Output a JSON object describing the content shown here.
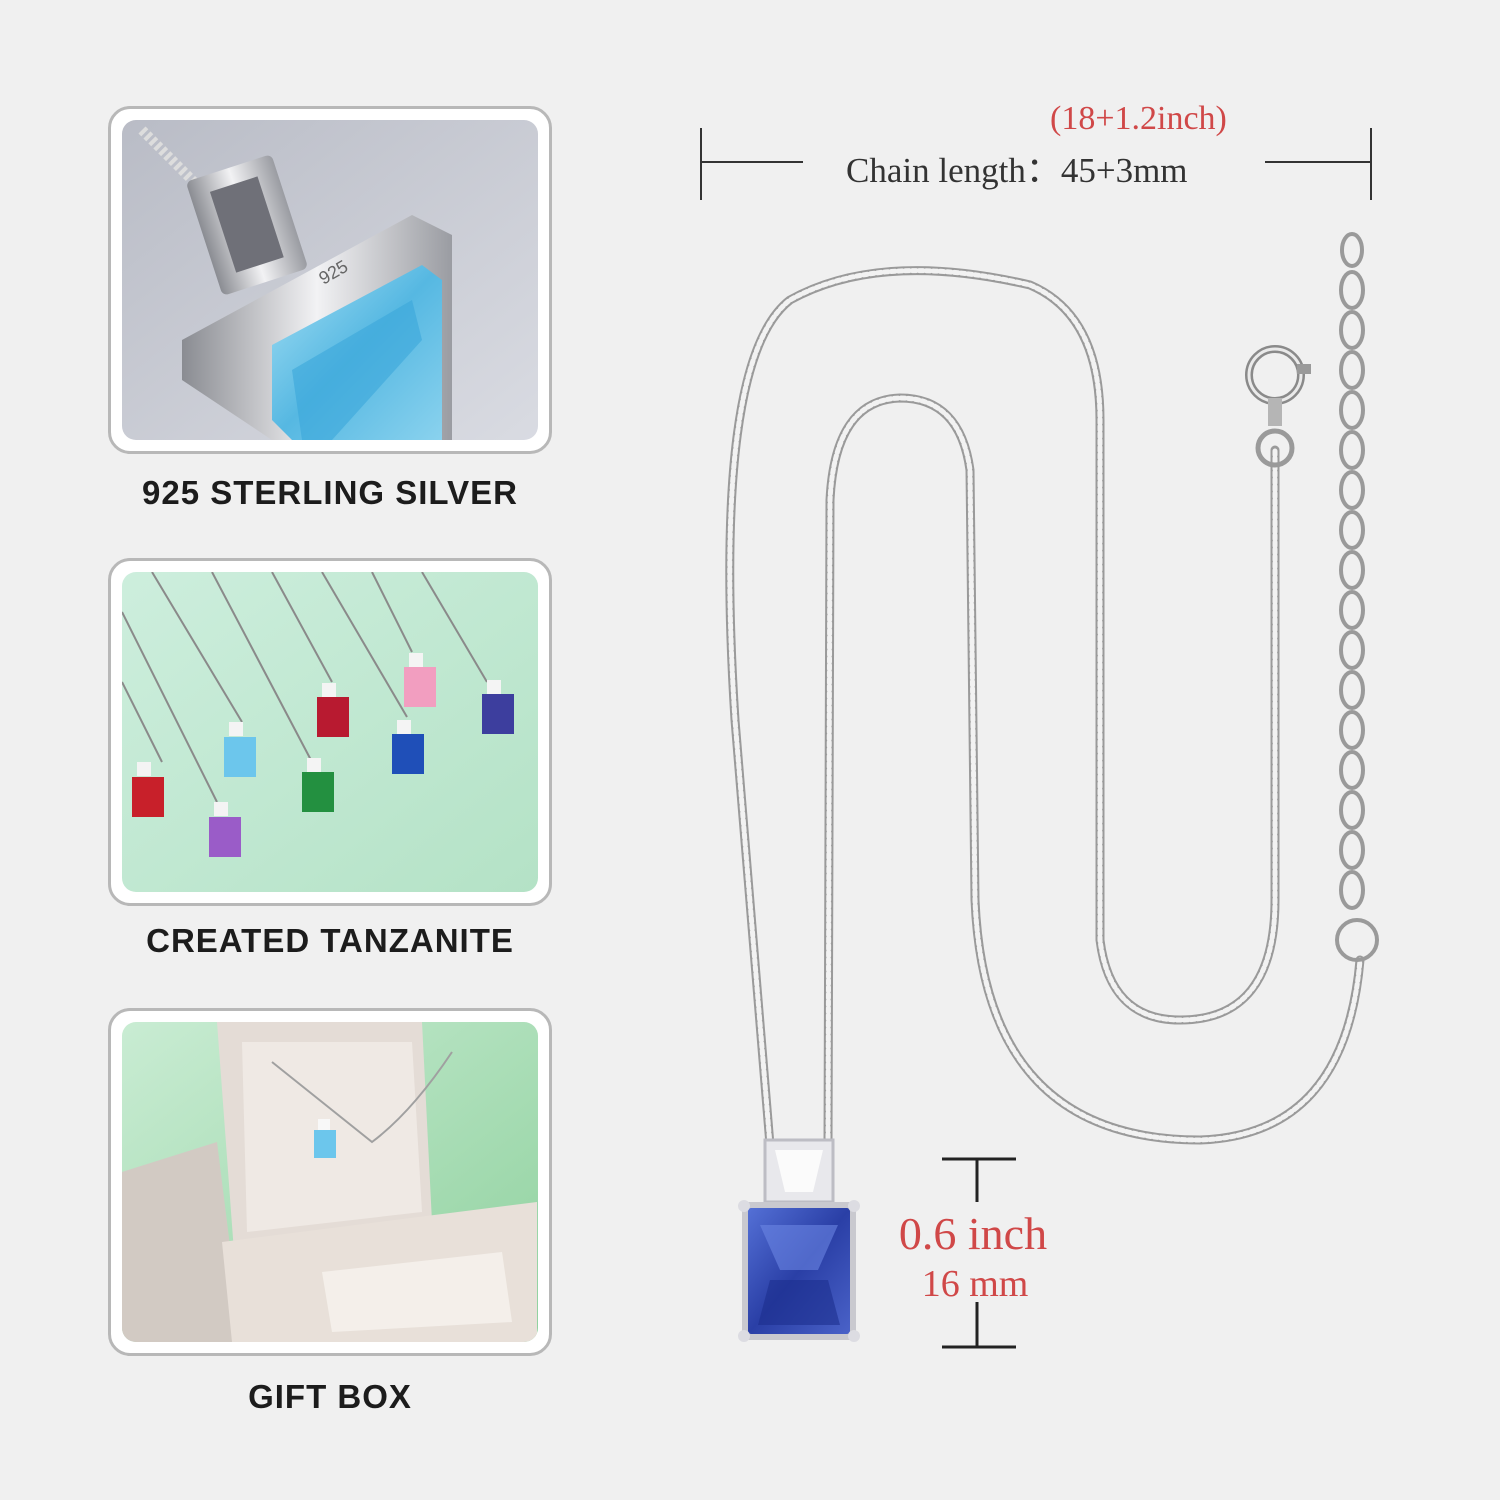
{
  "panels": [
    {
      "caption": "925 STERLING SILVER",
      "image": "sterling-silver-closeup"
    },
    {
      "caption": "CREATED TANZANITE",
      "image": "birthstone-necklace-colors"
    },
    {
      "caption": "GIFT BOX",
      "image": "necklace-in-gift-box"
    }
  ],
  "chain": {
    "inch_note": "(18+1.2inch)",
    "length_label": "Chain length：",
    "length_value": "45+3mm"
  },
  "pendant": {
    "size_inch": "0.6 inch",
    "size_mm": "16 mm",
    "stamp": "925"
  },
  "colors": {
    "background": "#f0f0f0",
    "accent_red": "#d04848",
    "tanzanite": "#2f4fb0",
    "aquamarine": "#6cc6ec",
    "silver": "#b0b0b0"
  }
}
